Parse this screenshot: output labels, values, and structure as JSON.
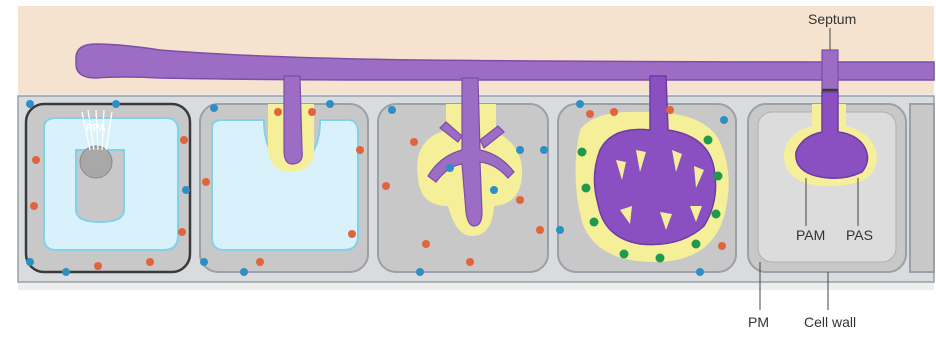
{
  "labels": {
    "septum": "Septum",
    "pam": "PAM",
    "pas": "PAS",
    "pm": "PM",
    "cell_wall": "Cell wall",
    "ppa": "PPA"
  },
  "colors": {
    "background": "#f6e3cf",
    "cell_wall": "#d7dadd",
    "cytoplasm": "#c8c8c8",
    "vacuole": "#d9f1fb",
    "vacuole_outline": "#7fd2ea",
    "fungus": "#9d6cc4",
    "arbuscule": "#8a4fc0",
    "periarbuscular_space": "#f5ef9a",
    "blue_marker": "#2e8fc4",
    "red_marker": "#e0643c",
    "green_marker": "#1f9a4a"
  }
}
